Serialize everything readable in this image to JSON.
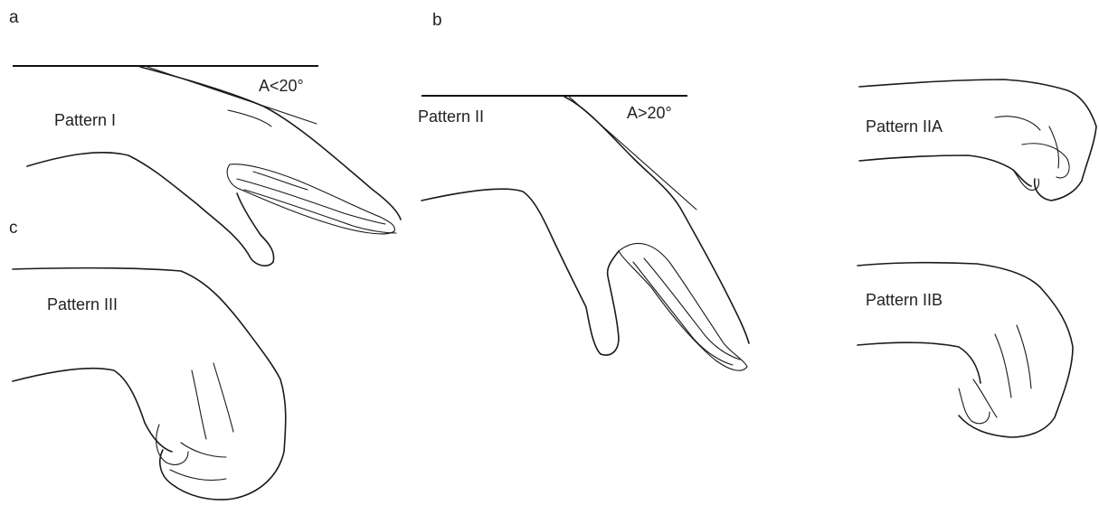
{
  "panels": {
    "a": "a",
    "b": "b",
    "c": "c"
  },
  "patterns": {
    "p1": "Pattern I",
    "p2": "Pattern II",
    "p2a": "Pattern IIA",
    "p2b": "Pattern IIB",
    "p3": "Pattern III"
  },
  "angles": {
    "a1": "A<20°",
    "a2": "A>20°"
  }
}
